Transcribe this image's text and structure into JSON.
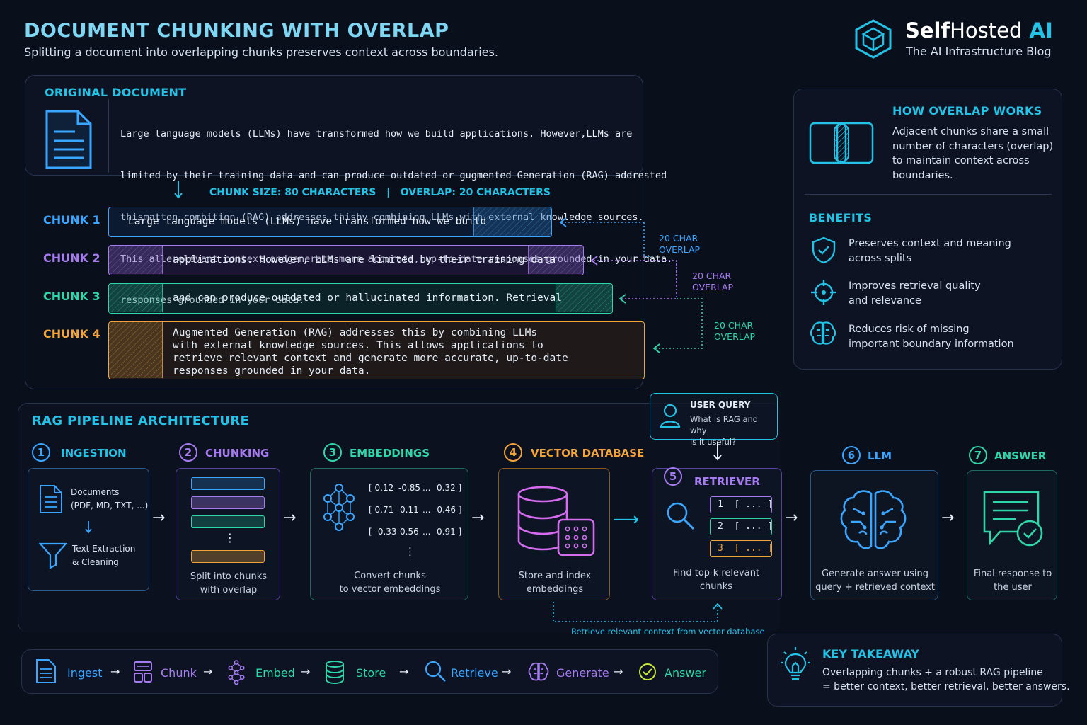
{
  "header": {
    "title": "DOCUMENT CHUNKING WITH OVERLAP",
    "subtitle": "Splitting a document into overlapping chunks preserves context across boundaries.",
    "brand": {
      "name_a": "Self",
      "name_b": "Hosted",
      "name_c": " AI",
      "tagline": "The AI Infrastructure Blog"
    }
  },
  "original": {
    "title": "ORIGINAL DOCUMENT",
    "lines": [
      "Large language models (LLMs) have transformed how we build applications. However,LLMs are",
      "limited by their training data and can produce outdated or gugmented Generation (RAG) addrested",
      "thismatton combition (RAG) addresses thisby combining LLMs with external knowledge sources.",
      "This allerelevant context andgenerate more accurate, up-to-date responses grounded in your data.",
      "responses grounded in your data."
    ],
    "config_a": "CHUNK SIZE: 80 CHARACTERS",
    "config_sep": "|",
    "config_b": "OVERLAP: 20 CHARACTERS"
  },
  "chunks": [
    {
      "label": "CHUNK 1",
      "text": "Large language models (LLMs) have transformed how we build"
    },
    {
      "label": "CHUNK 2",
      "text": "applications. However, LLMs are limited by their training data"
    },
    {
      "label": "CHUNK 3",
      "text": "and can produce outdated or hallucinated information. Retrieval"
    },
    {
      "label": "CHUNK 4",
      "lines": [
        "Augmented Generation (RAG) addresses this by combining LLMs",
        "with external knowledge sources. This allows applications to",
        "retrieve relevant context and generate more accurate, up-to-date",
        "responses grounded in your data."
      ]
    }
  ],
  "overlap_labels": [
    {
      "l1": "20 CHAR",
      "l2": "OVERLAP"
    },
    {
      "l1": "20 CHAR",
      "l2": "OVERLAP"
    },
    {
      "l1": "20 CHAR",
      "l2": "OVERLAP"
    }
  ],
  "how": {
    "title": "HOW OVERLAP WORKS",
    "text": [
      "Adjacent chunks share a small",
      "number of characters (overlap)",
      "to maintain context across",
      "boundaries."
    ],
    "benefits_title": "BENEFITS",
    "benefits": [
      {
        "icon": "shield-check-icon",
        "l1": "Preserves context and meaning",
        "l2": "across splits"
      },
      {
        "icon": "crosshair-icon",
        "l1": "Improves retrieval quality",
        "l2": "and relevance"
      },
      {
        "icon": "brain-icon",
        "l1": "Reduces risk of missing",
        "l2": "important boundary information"
      }
    ]
  },
  "pipeline": {
    "title": "RAG PIPELINE ARCHITECTURE",
    "query": {
      "label": "USER QUERY",
      "l1": "What is RAG and why",
      "l2": "is it useful?"
    },
    "steps": [
      {
        "num": "1",
        "title": "INGESTION",
        "docs_l1": "Documents",
        "docs_l2": "(PDF, MD, TXT, ...)",
        "clean_l1": "Text Extraction",
        "clean_l2": "& Cleaning"
      },
      {
        "num": "2",
        "title": "CHUNKING",
        "dots": "⋮",
        "l1": "Split into chunks",
        "l2": "with overlap"
      },
      {
        "num": "3",
        "title": "EMBEDDINGS",
        "vectors": [
          [
            "[ 0.12",
            "-0.85",
            "...",
            "0.32 ]"
          ],
          [
            "[ 0.71",
            "0.11",
            "...",
            "-0.46 ]"
          ],
          [
            "[ -0.33",
            "0.56",
            "...",
            "0.91 ]"
          ]
        ],
        "dots": "⋮",
        "l1": "Convert chunks",
        "l2": "to vector embeddings"
      },
      {
        "num": "4",
        "title": "VECTOR DATABASE",
        "l1": "Store and index",
        "l2": "embeddings"
      },
      {
        "num": "5",
        "title": "RETRIEVER",
        "results": [
          "1  [ ... ]",
          "2  [ ... ]",
          "3  [ ... ]"
        ],
        "l1": "Find top-k relevant",
        "l2": "chunks"
      },
      {
        "num": "6",
        "title": "LLM",
        "l1": "Generate answer using",
        "l2": "query + retrieved context"
      },
      {
        "num": "7",
        "title": "ANSWER",
        "l1": "Final response to",
        "l2": "the user"
      }
    ],
    "retrieve_note": "Retrieve relevant context from vector database"
  },
  "flow": [
    "Ingest",
    "Chunk",
    "Embed",
    "Store",
    "Retrieve",
    "Generate",
    "Answer"
  ],
  "flow_arrow": "→",
  "takeaway": {
    "title": "KEY TAKEAWAY",
    "l1": "Overlapping chunks + a robust RAG pipeline",
    "l2": "= better context, better retrieval, better answers."
  },
  "colors": {
    "cyan": "#22c3e6",
    "blue": "#3aa6ff",
    "purple": "#a77bf0",
    "teal": "#2ed6a8",
    "orange": "#f2a33a",
    "bg": "#0a0f1c"
  }
}
